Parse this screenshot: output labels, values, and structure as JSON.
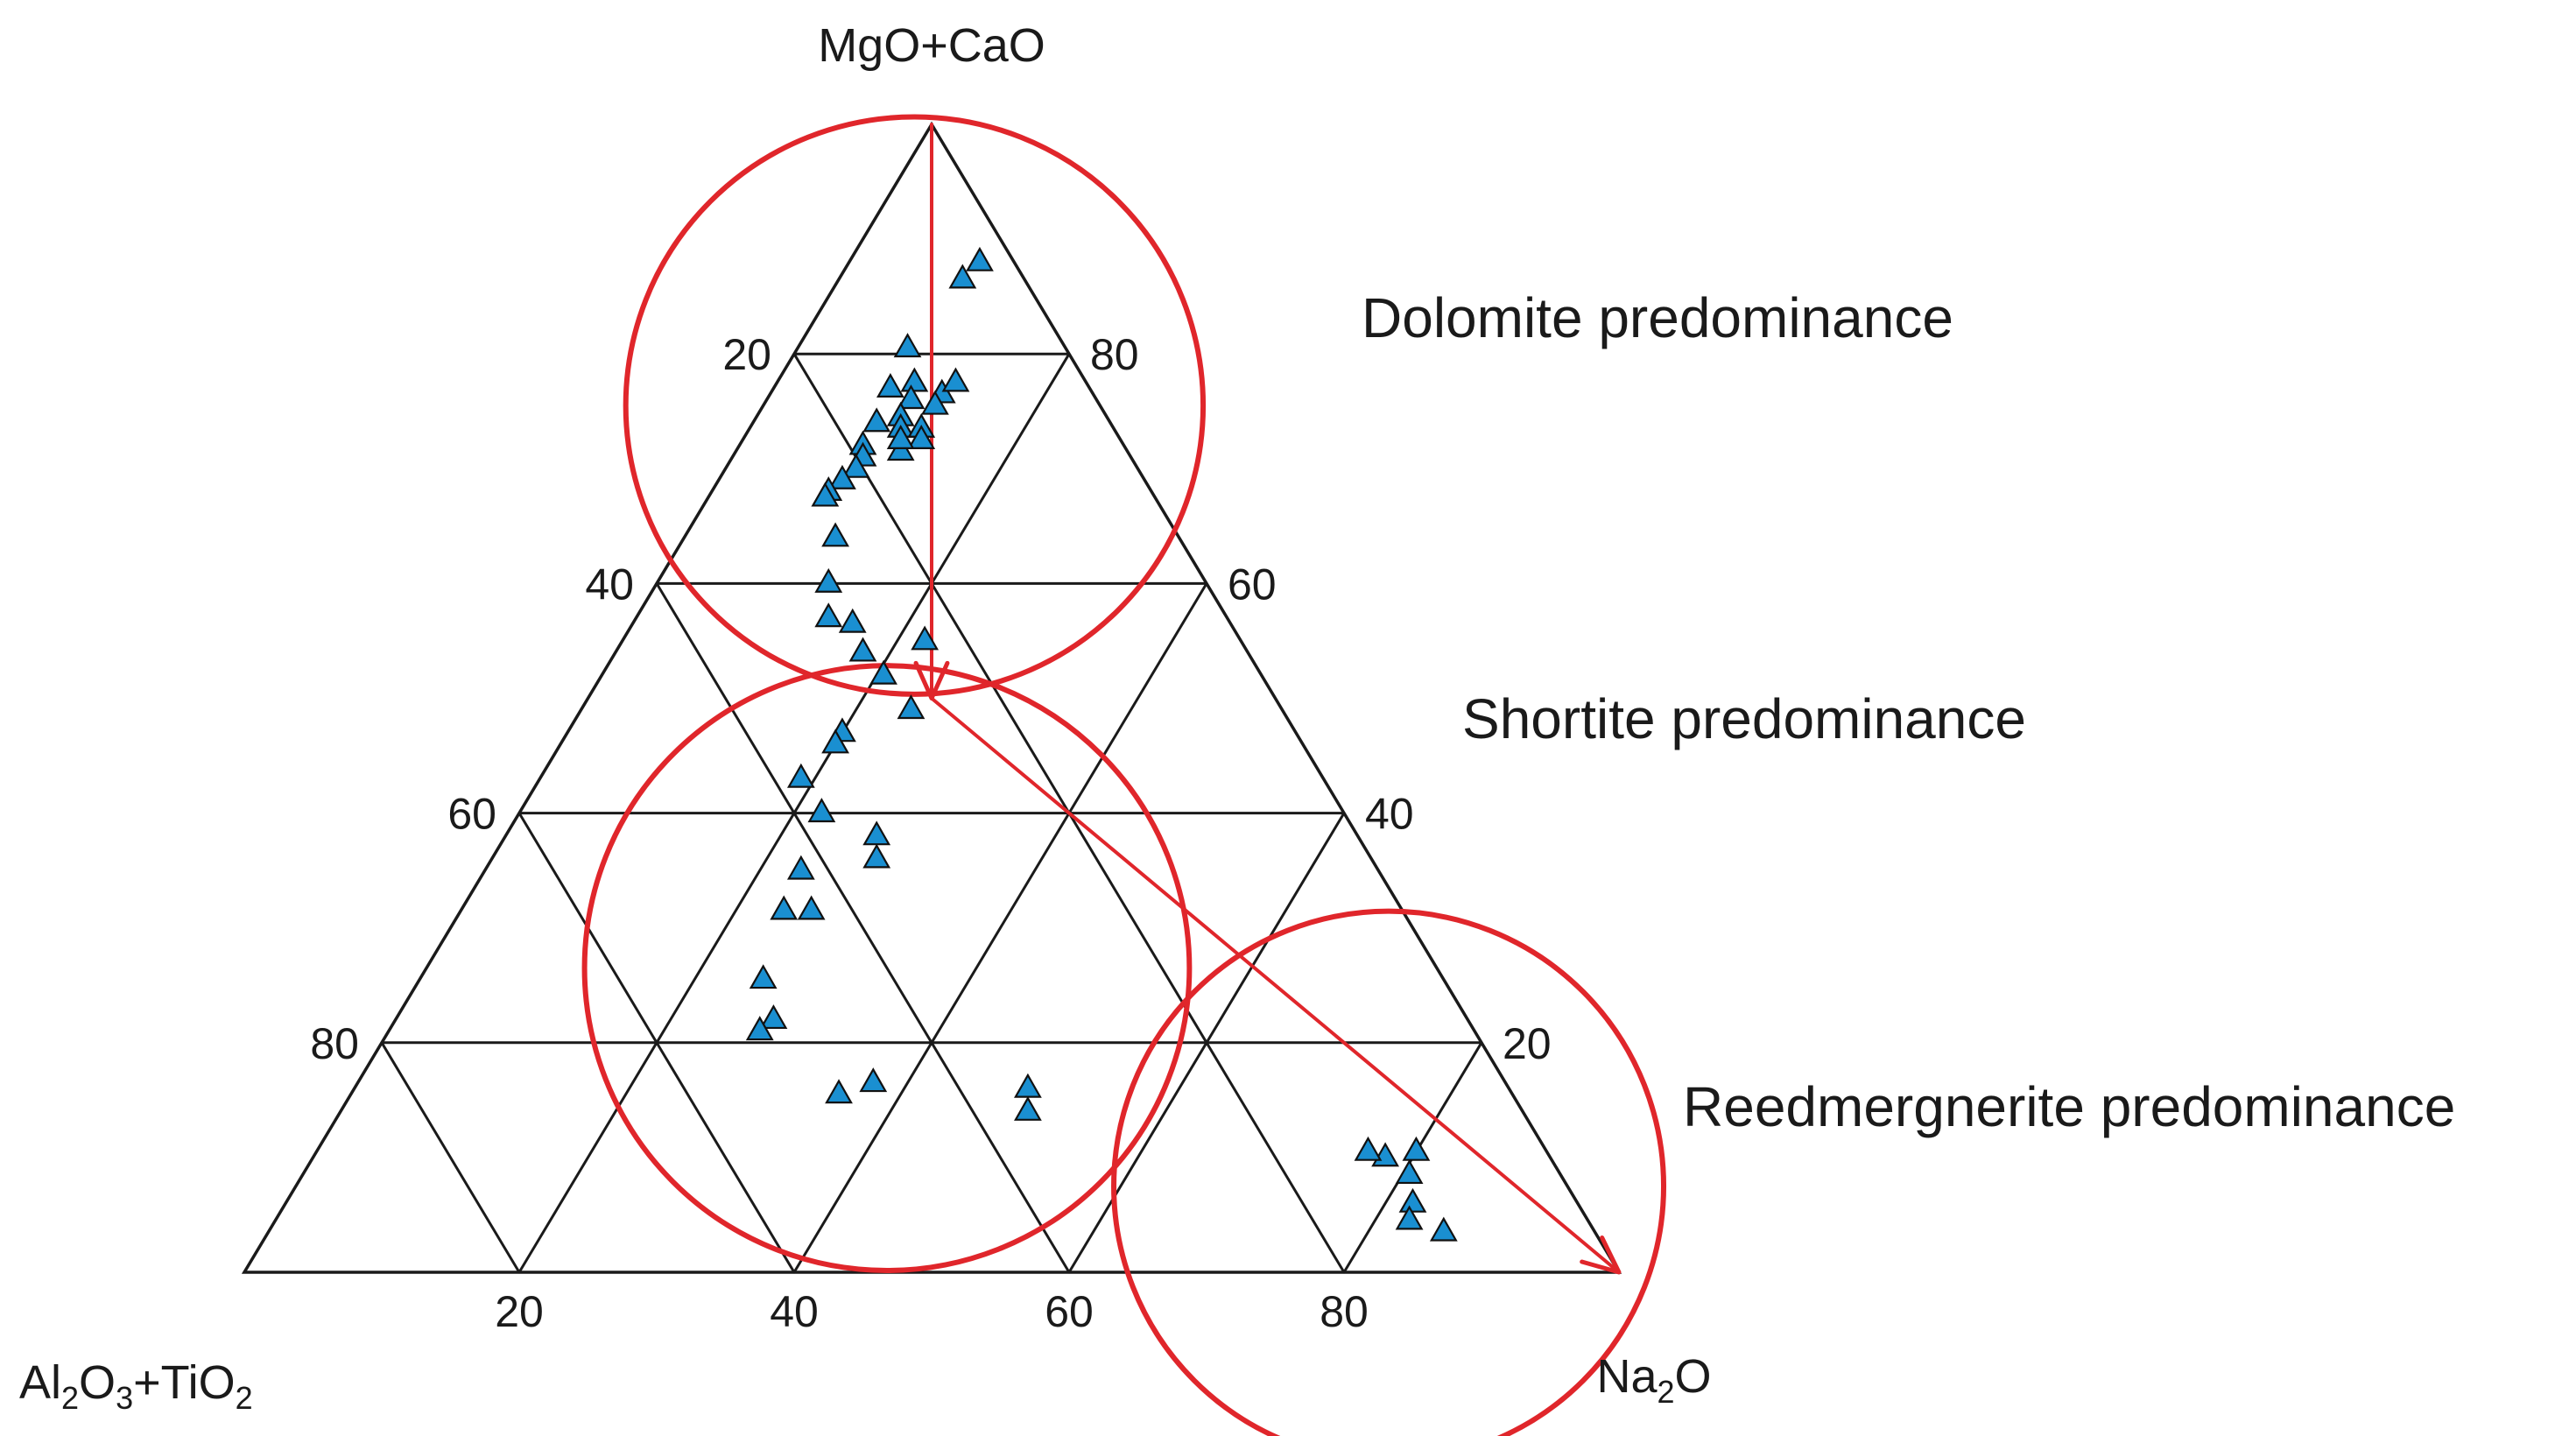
{
  "chart_data": {
    "type": "ternary-scatter",
    "axes": {
      "top": {
        "name": "MgO+CaO"
      },
      "left": {
        "name_parts": [
          "Al",
          "2",
          "O",
          "3",
          "+TiO",
          "2"
        ]
      },
      "right": {
        "name_parts": [
          "Na",
          "2",
          "O"
        ]
      }
    },
    "grid_step": 20,
    "tick_labels": {
      "bottom": [
        "20",
        "40",
        "60",
        "80"
      ],
      "left": [
        "20",
        "40",
        "60",
        "80"
      ],
      "right": [
        "80",
        "60",
        "40",
        "20"
      ]
    },
    "regions": [
      {
        "label": "Dolomite predominance",
        "center": [
          75.5,
          11.0
        ],
        "radius": 21
      },
      {
        "label": "Shortite predominance",
        "center": [
          26.5,
          33.5
        ],
        "radius": 22
      },
      {
        "label": "Reedmergnerite predominance",
        "center": [
          7.5,
          79.5
        ],
        "radius": 20
      }
    ],
    "trend_arrows": [
      {
        "from": [
          100,
          0
        ],
        "to": [
          50,
          25
        ]
      },
      {
        "from": [
          50,
          25
        ],
        "to": [
          0,
          100
        ]
      }
    ],
    "colors": {
      "frame": "#1a1a1a",
      "circle": "#e0262b",
      "arrow": "#e0262b",
      "marker": "#1a8fd1"
    },
    "points_mgo_cao_na2o": [
      [
        88,
        9.5
      ],
      [
        86.5,
        9.0
      ],
      [
        80.5,
        8.0
      ],
      [
        77,
        8.5
      ],
      [
        77.5,
        10.0
      ],
      [
        76.5,
        12.5
      ],
      [
        77.5,
        13.0
      ],
      [
        75.5,
        12.5
      ],
      [
        76,
        10.5
      ],
      [
        74.5,
        10.5
      ],
      [
        73.5,
        11.0
      ],
      [
        73.5,
        12.5
      ],
      [
        72.5,
        13.0
      ],
      [
        71.5,
        12.0
      ],
      [
        72,
        9.0
      ],
      [
        74,
        9.0
      ],
      [
        72.5,
        11.5
      ],
      [
        71,
        9.5
      ],
      [
        70,
        9.5
      ],
      [
        69,
        9.0
      ],
      [
        68,
        8.5
      ],
      [
        67.5,
        8.5
      ],
      [
        64,
        11.0
      ],
      [
        60,
        12.5
      ],
      [
        57,
        14.0
      ],
      [
        56.5,
        16.0
      ],
      [
        54,
        18.0
      ],
      [
        55,
        22.0
      ],
      [
        52,
        20.5
      ],
      [
        49,
        24.0
      ],
      [
        47,
        20.0
      ],
      [
        46,
        20.0
      ],
      [
        43,
        19.0
      ],
      [
        40,
        22.0
      ],
      [
        38,
        27.0
      ],
      [
        36,
        28.0
      ],
      [
        35,
        23.0
      ],
      [
        31.5,
        23.5
      ],
      [
        31.5,
        25.5
      ],
      [
        25.5,
        25.0
      ],
      [
        22,
        27.5
      ],
      [
        21,
        27.0
      ],
      [
        16,
        49.0
      ],
      [
        14,
        50.0
      ],
      [
        15.5,
        35.5
      ],
      [
        16.5,
        37.5
      ],
      [
        10,
        78.0
      ],
      [
        10.5,
        76.5
      ],
      [
        10.5,
        80.0
      ],
      [
        8.5,
        80.5
      ],
      [
        6,
        82.0
      ],
      [
        4.5,
        82.5
      ],
      [
        3.5,
        85.5
      ]
    ]
  }
}
